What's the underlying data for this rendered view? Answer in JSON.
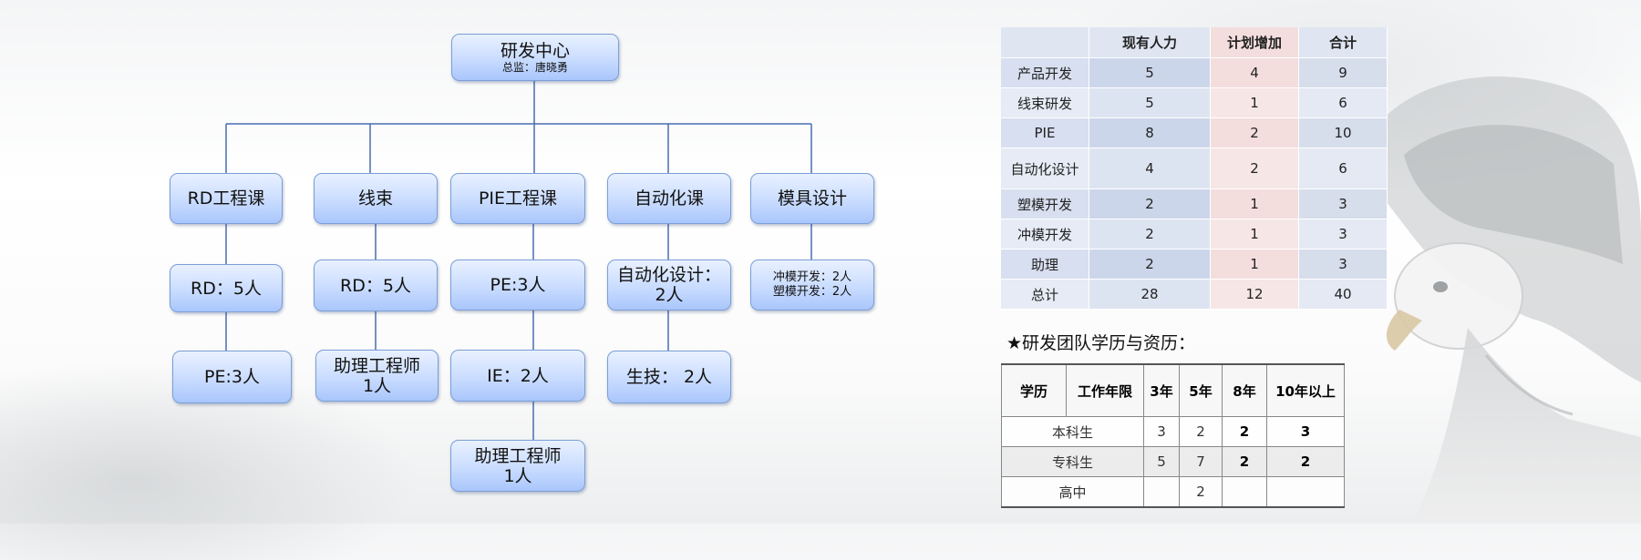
{
  "org": {
    "head": {
      "title": "研发中心",
      "subtitle": "总监：唐晓勇"
    },
    "departments": [
      {
        "name": "RD工程课",
        "children": [
          "RD：5人",
          "PE:3人"
        ]
      },
      {
        "name": "线束",
        "children": [
          "RD：5人",
          "助理工程师\n1人"
        ]
      },
      {
        "name": "PIE工程课",
        "children": [
          "PE:3人",
          "IE：2人",
          "助理工程师\n1人"
        ]
      },
      {
        "name": "自动化课",
        "children": [
          "自动化设计：\n2人",
          "生技： 2人"
        ]
      },
      {
        "name": "模具设计",
        "children": [
          "冲模开发：2人\n塑模开发：2人"
        ]
      }
    ]
  },
  "manpower_table": {
    "headers": [
      "",
      "现有人力",
      "计划增加",
      "合计"
    ],
    "rows": [
      [
        "产品开发",
        "5",
        "4",
        "9"
      ],
      [
        "线束研发",
        "5",
        "1",
        "6"
      ],
      [
        "PIE",
        "8",
        "2",
        "10"
      ],
      [
        "自动化设计",
        "4",
        "2",
        "6"
      ],
      [
        "塑模开发",
        "2",
        "1",
        "3"
      ],
      [
        "冲模开发",
        "2",
        "1",
        "3"
      ],
      [
        "助理",
        "2",
        "1",
        "3"
      ],
      [
        "总计",
        "28",
        "12",
        "40"
      ]
    ]
  },
  "education": {
    "title": "★研发团队学历与资历：",
    "headers": [
      "学历",
      "工作年限",
      "3年",
      "5年",
      "8年",
      "10年以上"
    ],
    "rows": [
      [
        "本科生",
        "3",
        "2",
        "2",
        "3"
      ],
      [
        "专科生",
        "5",
        "7",
        "2",
        "2"
      ],
      [
        "高中",
        "",
        "2",
        "",
        ""
      ]
    ]
  }
}
